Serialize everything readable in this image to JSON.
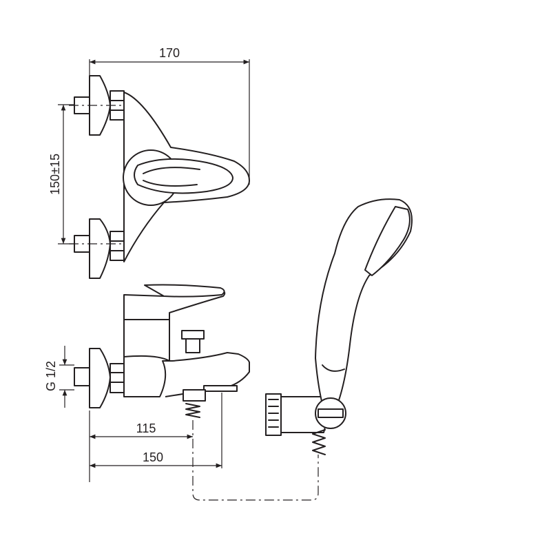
{
  "dimensions": {
    "width_total": "170",
    "height_center": "150±15",
    "thread": "G 1/2",
    "spout_offset": "115",
    "spout_length": "150"
  },
  "colors": {
    "line": "#231f20",
    "background": "#ffffff"
  }
}
